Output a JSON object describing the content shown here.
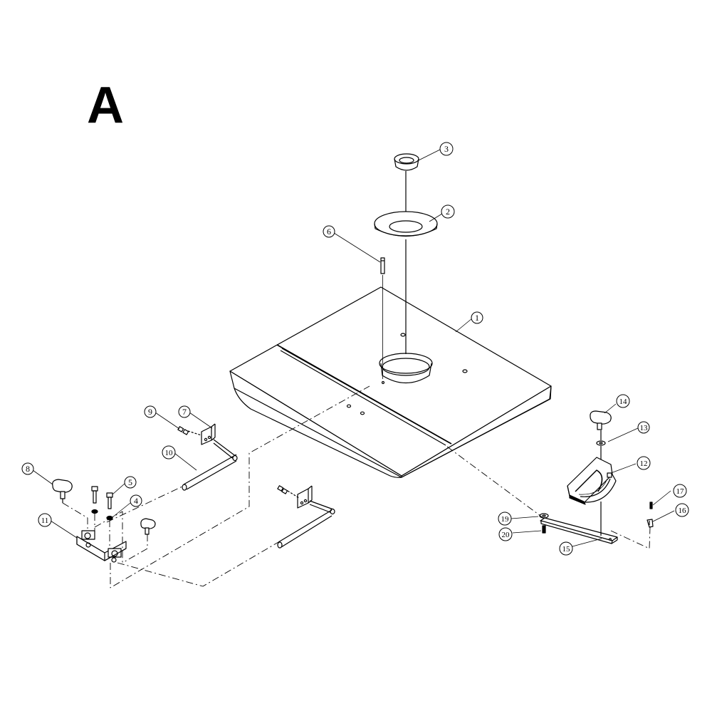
{
  "section_letter": "A",
  "callouts": [
    "1",
    "2",
    "3",
    "4",
    "5",
    "6",
    "7",
    "8",
    "9",
    "10",
    "11",
    "12",
    "13",
    "14",
    "15",
    "16",
    "17",
    "19",
    "20"
  ],
  "colors": {
    "ink": "#000000",
    "paper": "#ffffff",
    "table_fill": "#ffffff"
  }
}
